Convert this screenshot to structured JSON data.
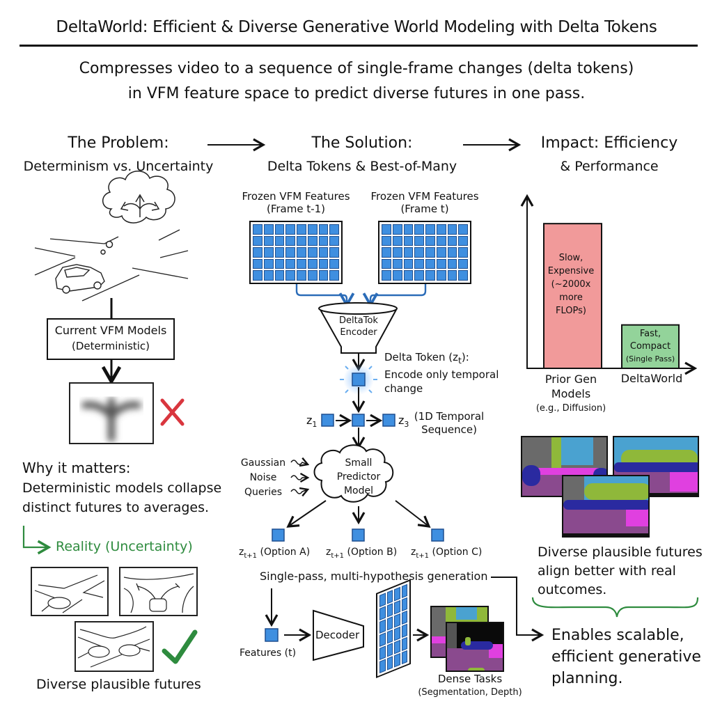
{
  "title": "DeltaWorld: Efficient & Diverse Generative World Modeling with Delta Tokens",
  "subtitle": {
    "line1": "Compresses video to a sequence of single-frame changes (delta tokens)",
    "line2": "in VFM feature space to predict diverse futures in one pass."
  },
  "colors": {
    "token_blue": "#3f8fe0",
    "grid_border": "#1f4f8f",
    "accent_green": "#2e8b3e",
    "error_red": "#d9363e",
    "bar_red": "#f19a9a",
    "bar_green": "#93d39a"
  },
  "problem": {
    "heading": "The Problem:",
    "subheading": "Determinism vs. Uncertainty",
    "icons": [
      "thought-cloud-icon",
      "split-arrow-icon",
      "car-icon",
      "intersection-icon"
    ],
    "model_box": {
      "line1": "Current VFM Models",
      "line2": "(Deterministic)"
    },
    "blurred_output_icon": "blurred-split-arrow-icon",
    "fail_icon": "red-x-icon",
    "why_heading": "Why it matters:",
    "why_line1": "Deterministic models collapse",
    "why_line2": "distinct futures to averages.",
    "reality_label": "Reality (Uncertainty)",
    "scenes": [
      "intersection-scene",
      "fork-road-scene",
      "two-cars-scene"
    ],
    "success_icon": "green-check-icon",
    "caption": "Diverse plausible futures"
  },
  "solution": {
    "heading": "The Solution:",
    "subheading": "Delta Tokens & Best-of-Many",
    "frames": [
      {
        "label1": "Frozen VFM Features",
        "label2": "(Frame t-1)"
      },
      {
        "label1": "Frozen VFM Features",
        "label2": "(Frame t)"
      }
    ],
    "encoder": {
      "line1": "DeltaTok",
      "line2": "Encoder"
    },
    "delta_token": {
      "line1": "Delta Token (z",
      "sub": "t",
      "line1_end": "):",
      "line2": "Encode only temporal",
      "line3": "change"
    },
    "sequence": {
      "z1": "z",
      "z1_sub": "1",
      "z3": "z",
      "z3_sub": "3",
      "label1": "(1D Temporal",
      "label2": "Sequence)"
    },
    "noise_inputs": [
      "Gaussian",
      "Noise",
      "Queries"
    ],
    "predictor": {
      "line1": "Small",
      "line2": "Predictor",
      "line3": "Model"
    },
    "options": [
      {
        "z": "z",
        "sub": "t+1",
        "label": "(Option A)"
      },
      {
        "z": "z",
        "sub": "t+1",
        "label": "(Option B)"
      },
      {
        "z": "z",
        "sub": "t+1",
        "label": "(Option C)"
      }
    ],
    "single_pass": "Single-pass, multi-hypothesis generation",
    "features_label": "Features (t)",
    "decoder": "Decoder",
    "dense": {
      "line1": "Dense Tasks",
      "line2": "(Segmentation, Depth)"
    }
  },
  "impact": {
    "heading": "Impact: Efficiency",
    "subheading": "& Performance",
    "outcome": {
      "line1": "Diverse plausible futures",
      "line2": "align better with real",
      "line3": "outcomes."
    },
    "conclusion": {
      "line1": "Enables scalable,",
      "line2": "efficient generative",
      "line3": "planning."
    }
  },
  "chart_data": {
    "type": "bar",
    "title": "",
    "xlabel": "",
    "ylabel": "",
    "categories": [
      "Prior Gen Models (e.g., Diffusion)",
      "DeltaWorld"
    ],
    "values": [
      1.0,
      0.3
    ],
    "value_units": "relative cost (qualitative, no axis ticks)",
    "bar_labels": [
      [
        "Slow,",
        "Expensive",
        "(~2000x",
        "more",
        "FLOPs)"
      ],
      [
        "Fast,",
        "Compact",
        "(Single Pass)"
      ]
    ],
    "category_labels": [
      [
        "Prior Gen",
        "Models",
        "(e.g., Diffusion)"
      ],
      [
        "DeltaWorld"
      ]
    ],
    "ylim": [
      0,
      1.15
    ],
    "grid": false,
    "legend": "none"
  }
}
